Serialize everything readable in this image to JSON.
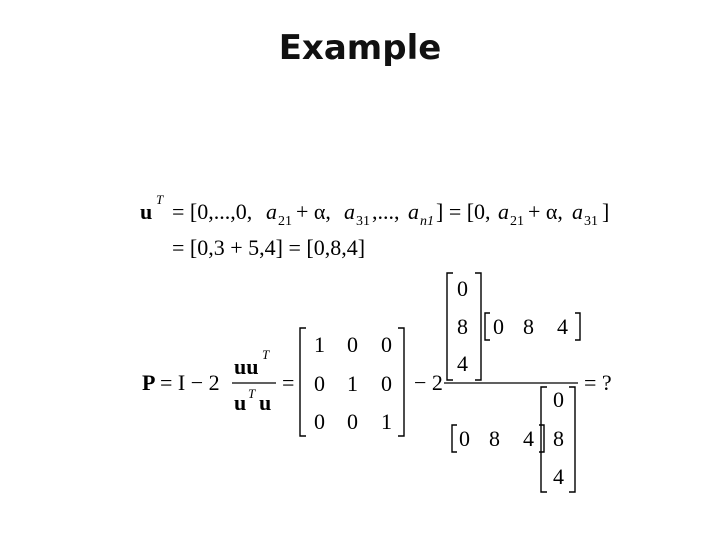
{
  "slide": {
    "title": "Example"
  },
  "line1": {
    "lhs_vec": "u",
    "lhs_sup": "T",
    "eq1": "= [0,...,0,",
    "a": "a",
    "sub21": "21",
    "plus_alpha": "+ α, ",
    "sub31": "31",
    "dots": ",..., ",
    "subn1": "n1",
    "eq2": "] = [0,",
    "plus_alpha2": "+ α,",
    "close": "]"
  },
  "line2": {
    "text": "= [0,3 + 5,4] = [0,8,4]"
  },
  "line3": {
    "P": "P",
    "eqI": "= I − 2",
    "num": "uu",
    "num_sup": "T",
    "den_u": "u",
    "den_sup": "T",
    "den_u2": "u",
    "eq": "=",
    "minus2": "− 2",
    "result": "= ?",
    "identity": [
      [
        "1",
        "0",
        "0"
      ],
      [
        "0",
        "1",
        "0"
      ],
      [
        "0",
        "0",
        "1"
      ]
    ],
    "col_vec": [
      "0",
      "8",
      "4"
    ],
    "row_vec": [
      "0",
      "8",
      "4"
    ]
  }
}
